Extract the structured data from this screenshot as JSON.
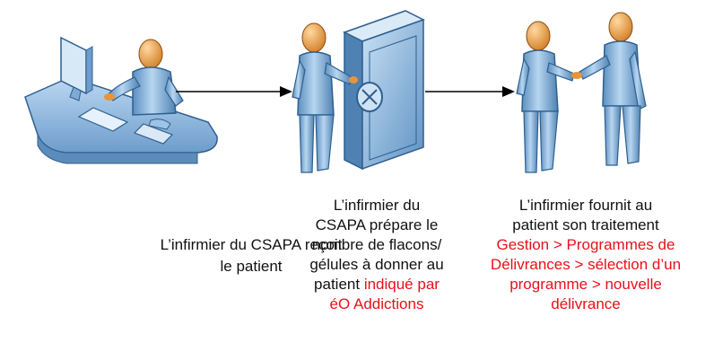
{
  "colors": {
    "arrow": "#000000",
    "highlight": "#e8101a",
    "figure": "#9dc3e6",
    "head": "#f0a84b"
  },
  "steps": [
    {
      "id": "reception",
      "icon": "nurse-at-desk-icon",
      "lines": [
        "L’infirmier du CSAPA reçoit",
        "le patient"
      ],
      "red": []
    },
    {
      "id": "preparation",
      "icon": "nurse-at-safe-icon",
      "lines": [
        "L’infirmier du",
        "CSAPA prépare le",
        "nombre de flacons/",
        "gélules à donner au",
        "patient "
      ],
      "red": [
        "indiqué par",
        "éO Addictions"
      ]
    },
    {
      "id": "delivery",
      "icon": "handshake-icon",
      "lines": [
        "L’infirmier fournit au",
        "patient son traitement"
      ],
      "red": [
        "Gestion > Programmes de",
        "Délivrances > sélection d’un",
        "programme > nouvelle",
        "délivrance"
      ]
    }
  ]
}
